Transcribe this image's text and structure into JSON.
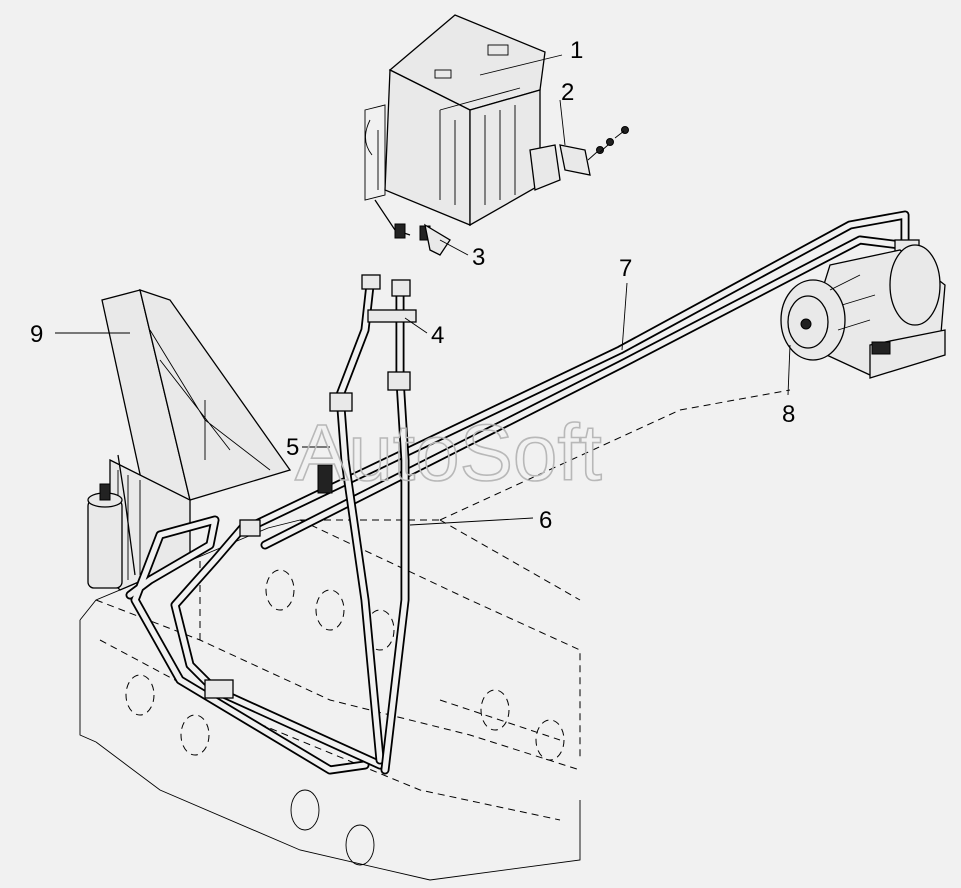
{
  "diagram": {
    "callouts": [
      {
        "id": "c1",
        "label": "1"
      },
      {
        "id": "c2",
        "label": "2"
      },
      {
        "id": "c3",
        "label": "3"
      },
      {
        "id": "c4",
        "label": "4"
      },
      {
        "id": "c5",
        "label": "5"
      },
      {
        "id": "c6",
        "label": "6"
      },
      {
        "id": "c7",
        "label": "7"
      },
      {
        "id": "c8",
        "label": "8"
      },
      {
        "id": "c9",
        "label": "9"
      }
    ],
    "watermark": "AutoSoft"
  }
}
